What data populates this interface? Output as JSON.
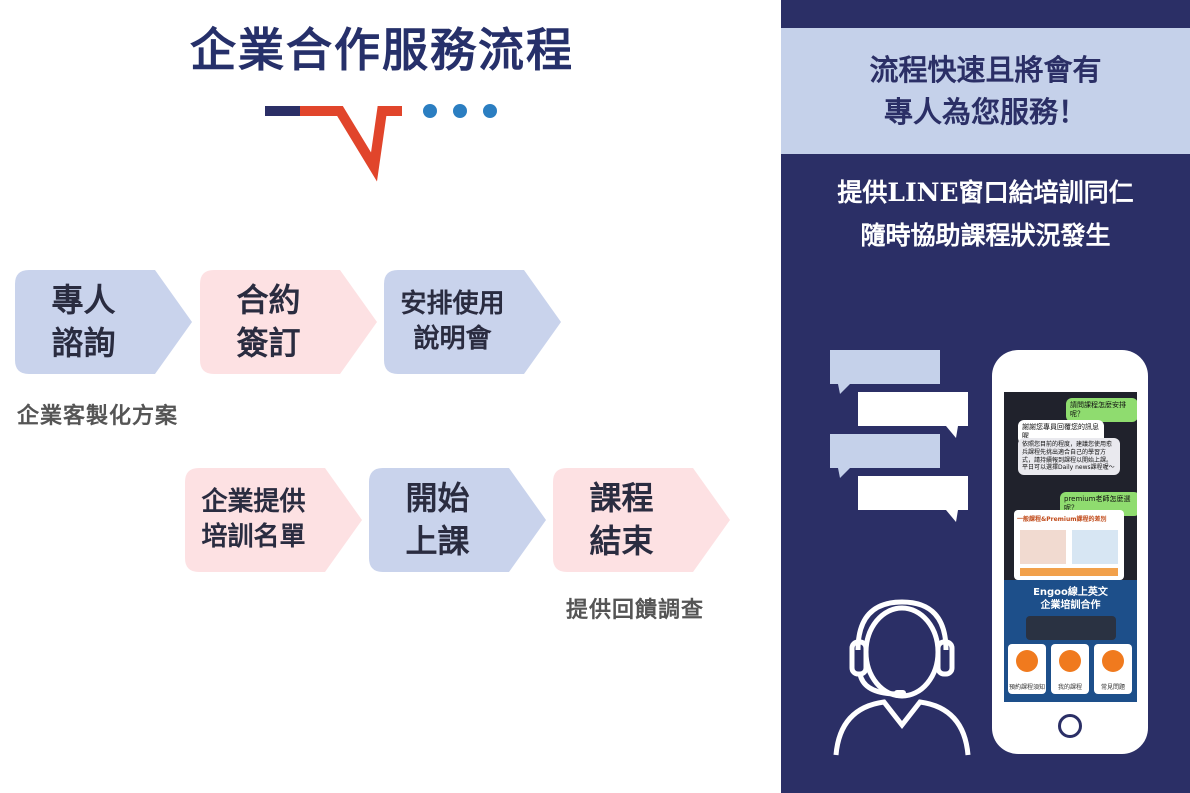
{
  "title": "企業合作服務流程",
  "steps": [
    {
      "label": "專人\n諮詢",
      "note": "企業客製化方案"
    },
    {
      "label": "合約\n簽訂"
    },
    {
      "label": "安排使用\n說明會"
    },
    {
      "label": "企業提供\n培訓名單"
    },
    {
      "label": "開始\n上課"
    },
    {
      "label": "課程\n結束",
      "note": "提供回饋調查"
    }
  ],
  "panel": {
    "headline": "流程快速且將會有\n專人為您服務！",
    "subline": "提供LINE窗口給培訓同仁\n隨時協助課程狀況發生"
  },
  "phone": {
    "chat": [
      "請問課程怎麼安排呢？",
      "謝謝您專員回覆您的訊息喔",
      "依照您目前的程度，建議您使用愈兵課程先挑出適合自己的學習方式，請持續報到課程以開始上課。平日可以選擇Daily news課程喔～",
      "premium老師怎麼選呢？"
    ],
    "card_title": "一般課程&Premium課程的差別",
    "promo_title": "Engoo線上英文\n企業培訓合作",
    "tiles": [
      "預約課程須知",
      "我的課程",
      "常見問題"
    ]
  },
  "colors": {
    "navy": "#2b2f66",
    "blue_step": "#c9d3ec",
    "pink_step": "#fde1e3",
    "accent_red": "#e1452b",
    "accent_blue": "#2b7ec1"
  }
}
